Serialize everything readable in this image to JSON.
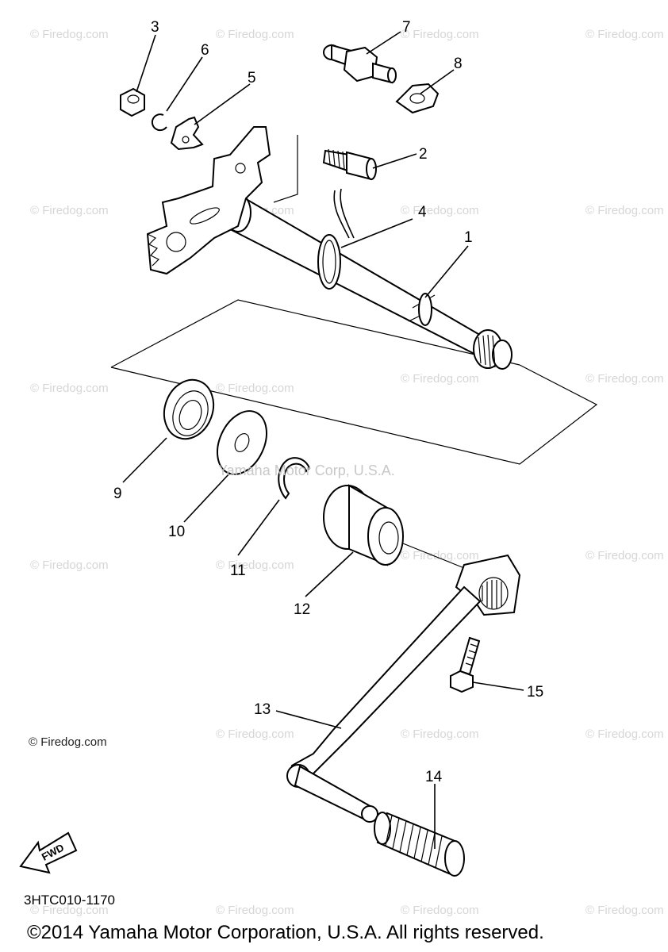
{
  "diagram": {
    "callouts": [
      "1",
      "2",
      "3",
      "4",
      "5",
      "6",
      "7",
      "8",
      "9",
      "10",
      "11",
      "12",
      "13",
      "14",
      "15"
    ],
    "watermark_text": "© Firedog.com",
    "firedog_label": "© Firedog.com",
    "corp_mark": "Yamaha Motor Corp, U.S.A.",
    "fwd_tag": "FWD",
    "part_code": "3HTC010-1170",
    "copyright": "©2014 Yamaha Motor Corporation, U.S.A. All rights reserved."
  }
}
